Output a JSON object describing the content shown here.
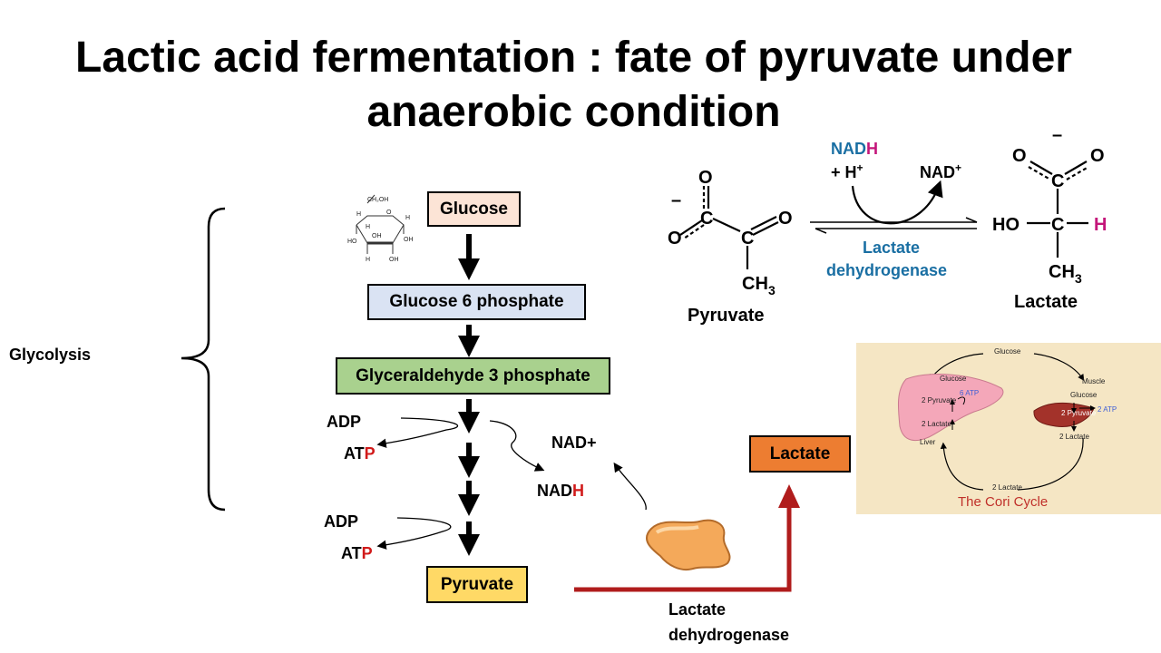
{
  "title": {
    "line1": "Lactic acid fermentation : fate of pyruvate under",
    "line2": "anaerobic condition"
  },
  "glycolysis_label": "Glycolysis",
  "pathway": {
    "glucose": "Glucose",
    "g6p": "Glucose  6 phosphate",
    "g3p": "Glyceraldehyde 3 phosphate",
    "pyruvate": "Pyruvate",
    "lactate": "Lactate"
  },
  "cofactors": {
    "adp1": "ADP",
    "atp1_a": "AT",
    "atp1_b": "P",
    "adp2": "ADP",
    "atp2_a": "AT",
    "atp2_b": "P",
    "nad_plus": "NAD+",
    "nadh_a": "NAD",
    "nadh_b": "H"
  },
  "enzyme_bottom": {
    "line1": "Lactate",
    "line2": "dehydrogenase"
  },
  "reaction": {
    "nadh_a": "NAD",
    "nadh_b": "H",
    "plus_h": "+  H",
    "plus_sup": "+",
    "nad_plus": "NAD",
    "enzyme_line1": "Lactate",
    "enzyme_line2": "dehydrogenase",
    "pyruvate_label": "Pyruvate",
    "lactate_label": "Lactate"
  },
  "cori": {
    "title": "The Cori Cycle",
    "glucose_top": "Glucose",
    "muscle": "Muscle",
    "liver": "Liver",
    "liver_glucose": "Glucose",
    "liver_pyruvate": "2 Pyruvate",
    "liver_lactate": "2 Lactate",
    "liver_atp": "6 ATP",
    "muscle_glucose": "Glucose",
    "muscle_pyruvate": "2 Pyruvate",
    "muscle_lactate": "2 Lactate",
    "muscle_atp": "2 ATP",
    "lactate_bottom": "2 Lactate"
  },
  "colors": {
    "glucose_box": "#fce4d6",
    "g6p_box": "#dae3f3",
    "g3p_box": "#a9d18e",
    "pyruvate_box": "#ffd966",
    "lactate_box": "#ed7d31",
    "red_arrow": "#b01c1c",
    "cori_bg": "#f5e6c4"
  }
}
